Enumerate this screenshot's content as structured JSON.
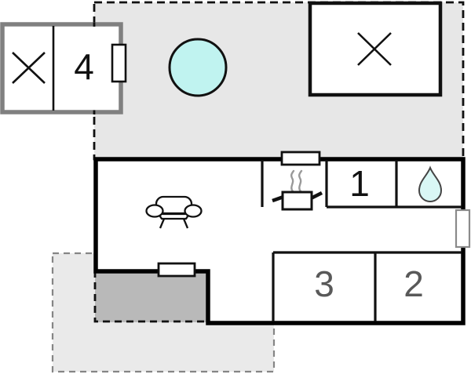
{
  "floor_plan": {
    "rooms": {
      "r1": {
        "label": "1"
      },
      "r2": {
        "label": "2"
      },
      "r3": {
        "label": "3"
      },
      "r4": {
        "label": "4"
      }
    },
    "icons": {
      "bed": "bed-cross-icon",
      "hot_tub": "hot-tub-icon",
      "sofa": "sofa-icon",
      "cooker": "cooker-pot-icon",
      "water_drop": "water-drop-icon",
      "door": "door-icon",
      "window": "window-icon"
    },
    "colors": {
      "terrace_fill": "#e7e7e7",
      "lower_terrace_fill": "#eaeaea",
      "patio_fill": "#b9b9b9",
      "building_fill": "#ffffff",
      "hot_tub_fill": "#c0f3f0",
      "water_drop_fill": "#d9f7f5",
      "wall_black": "#111111",
      "wall_gray": "#808080",
      "label_black": "#111111",
      "label_gray": "#595959"
    }
  }
}
